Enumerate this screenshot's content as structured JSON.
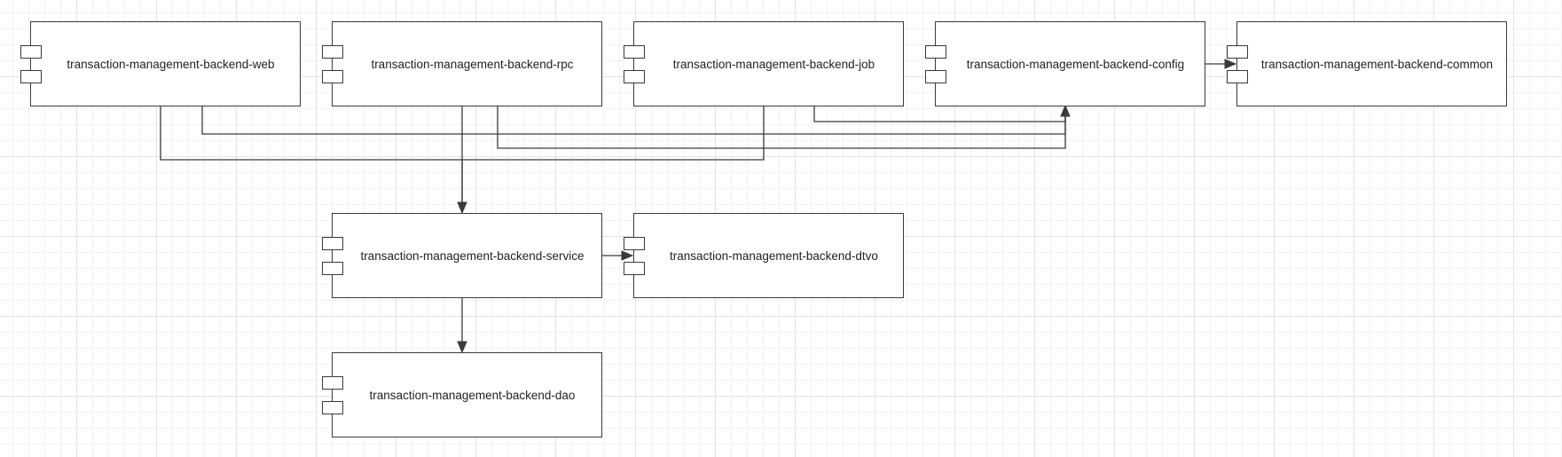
{
  "diagram": {
    "components": [
      {
        "id": "web",
        "label": "transaction-management-backend-web"
      },
      {
        "id": "rpc",
        "label": "transaction-management-backend-rpc"
      },
      {
        "id": "job",
        "label": "transaction-management-backend-job"
      },
      {
        "id": "config",
        "label": "transaction-management-backend-config"
      },
      {
        "id": "common",
        "label": "transaction-management-backend-common"
      },
      {
        "id": "service",
        "label": "transaction-management-backend-service"
      },
      {
        "id": "dtvo",
        "label": "transaction-management-backend-dtvo"
      },
      {
        "id": "dao",
        "label": "transaction-management-backend-dao"
      }
    ],
    "dependencies": [
      {
        "from": "web",
        "to": "config"
      },
      {
        "from": "rpc",
        "to": "config"
      },
      {
        "from": "job",
        "to": "config"
      },
      {
        "from": "web",
        "to": "service"
      },
      {
        "from": "rpc",
        "to": "service"
      },
      {
        "from": "job",
        "to": "service"
      },
      {
        "from": "config",
        "to": "common"
      },
      {
        "from": "service",
        "to": "dtvo"
      },
      {
        "from": "service",
        "to": "dao"
      }
    ]
  }
}
